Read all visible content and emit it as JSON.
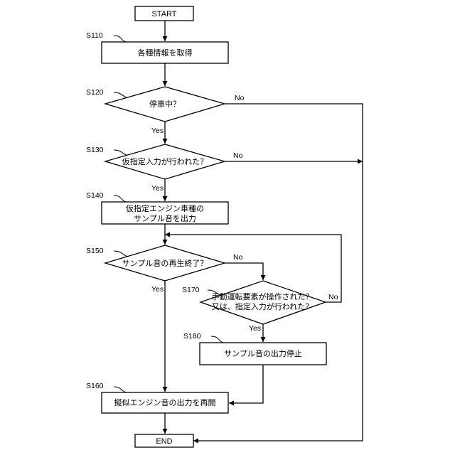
{
  "nodes": {
    "start": {
      "text": "START"
    },
    "s110": {
      "step": "S110",
      "text": "各種情報を取得"
    },
    "s120": {
      "step": "S120",
      "text": "停車中？"
    },
    "s130": {
      "step": "S130",
      "text": "仮指定入力が行われた？"
    },
    "s140": {
      "step": "S140",
      "line1": "仮指定エンジン車種の",
      "line2": "サンプル音を出力"
    },
    "s150": {
      "step": "S150",
      "text": "サンプル音の再生終了？"
    },
    "s170": {
      "step": "S170",
      "line1": "手動運転要素が操作された？",
      "line2": "又は、指定入力が行われた？"
    },
    "s180": {
      "step": "S180",
      "text": "サンプル音の出力停止"
    },
    "s160": {
      "step": "S160",
      "text": "擬似エンジン音の出力を再開"
    },
    "end": {
      "text": "END"
    }
  },
  "edges": {
    "s120_no": "No",
    "s120_yes": "Yes",
    "s130_no": "No",
    "s130_yes": "Yes",
    "s150_no": "No",
    "s150_yes": "Yes",
    "s170_yes": "Yes",
    "s170_no": "No"
  }
}
